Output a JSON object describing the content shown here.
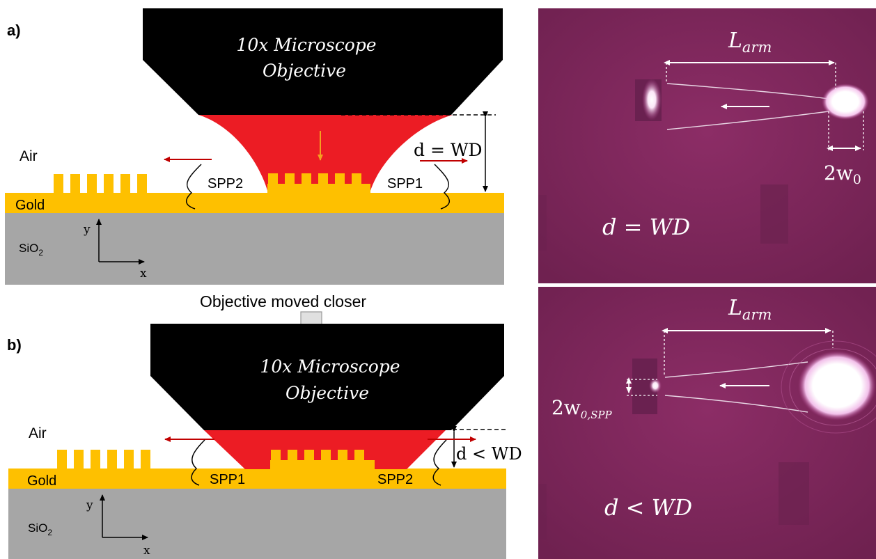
{
  "panel_a": {
    "label": "a)",
    "objective_line1": "10x Microscope",
    "objective_line2": "Objective",
    "distance_label": "d = WD",
    "air_label": "Air",
    "gold_label": "Gold",
    "substrate_label": "SiO",
    "substrate_subscript": "2",
    "spp_left_label": "SPP2",
    "spp_right_label": "SPP1",
    "axis_y_label": "y",
    "axis_x_label": "x"
  },
  "panel_b": {
    "label": "b)",
    "move_caption": "Objective moved closer",
    "objective_line1": "10x Microscope",
    "objective_line2": "Objective",
    "distance_label": "d < WD",
    "air_label": "Air",
    "gold_label": "Gold",
    "substrate_label": "SiO",
    "substrate_subscript": "2",
    "spp_left_label": "SPP1",
    "spp_right_label": "SPP2",
    "axis_y_label": "y",
    "axis_x_label": "x"
  },
  "image_a": {
    "arm_label_main": "L",
    "arm_label_sub": "arm",
    "waist_label_main": "2w",
    "waist_label_sub": "0",
    "condition_label": "d = WD"
  },
  "image_b": {
    "arm_label_main": "L",
    "arm_label_sub": "arm",
    "waist_label_main": "2w",
    "waist_label_sub": "0,SPP",
    "condition_label": "d < WD"
  },
  "colors": {
    "gold": "#fec000",
    "substrate": "#a6a6a6",
    "beam": "#ec1c24",
    "objective": "#000000",
    "arrow_red": "#c00000",
    "arrow_orange": "#f4a020",
    "micrograph_bg": "#84285e"
  }
}
